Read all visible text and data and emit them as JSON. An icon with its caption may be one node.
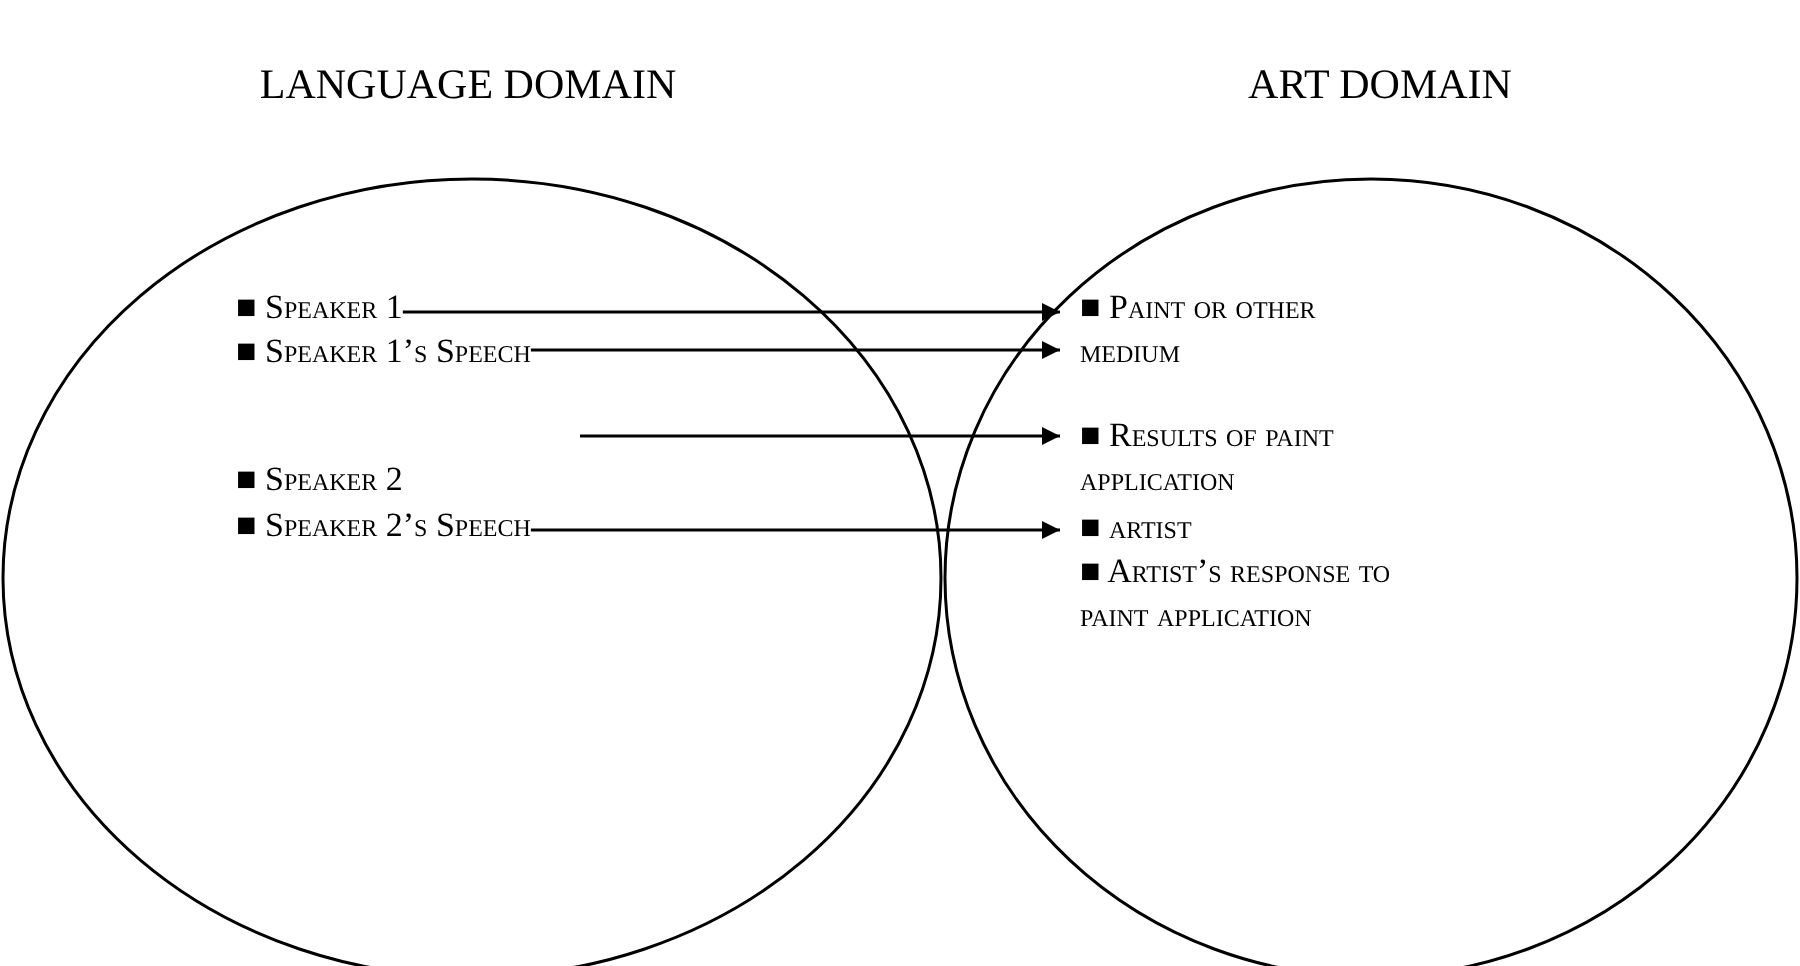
{
  "diagram": {
    "nodes": [
      {
        "text": [
          "LANGUAGE DOMAIN"
        ]
      },
      {
        "text": [
          "ART DOMAIN"
        ]
      },
      {
        "text": [
          "■ Speaker 1"
        ],
        "in": 0
      },
      {
        "text": [
          "■ Speaker 1’s Speech"
        ],
        "in": 0
      },
      {
        "text": [
          "■ Speaker 2"
        ],
        "in": 0
      },
      {
        "text": [
          "■ Speaker 2’s Speech"
        ],
        "in": 0
      },
      {
        "text": [
          "■ Paint or other medium"
        ],
        "in": 1
      },
      {
        "text": [
          "■ Results of paint application"
        ],
        "in": 1
      },
      {
        "text": [
          "■ artist"
        ],
        "in": 1
      },
      {
        "text": [
          "■ Artist’s response to paint application"
        ],
        "in": 1
      }
    ],
    "edges": [
      {
        "from": 2,
        "to": 6,
        "arrow": "to"
      },
      {
        "from": 3,
        "to": 6,
        "arrow": "to"
      },
      {
        "from": null,
        "to": 7,
        "arrow": "to"
      },
      {
        "from": 5,
        "to": 8,
        "arrow": "to"
      }
    ]
  }
}
